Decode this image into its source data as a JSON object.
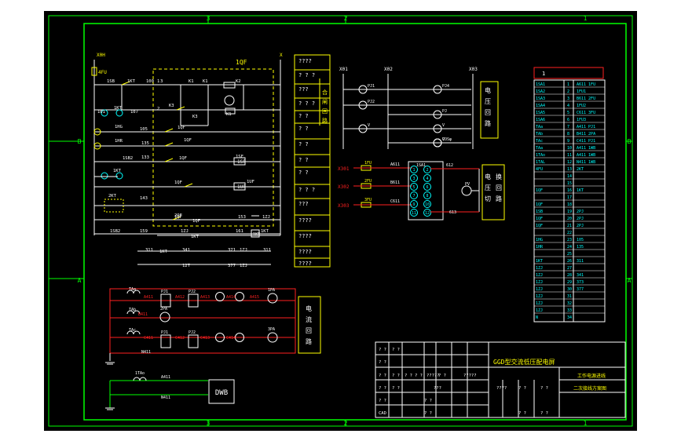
{
  "colors": {
    "background": "#000000",
    "frame": "#00ff00",
    "wire": "#ffffff",
    "accent": "#ffff00",
    "red": "#ff2020",
    "cyan": "#00ffff",
    "magenta": "#ff00ff",
    "blue": "#4080ff"
  },
  "grid_marks": {
    "top": [
      "3",
      "2",
      "1"
    ],
    "bottom": [
      "3",
      "2",
      "1"
    ],
    "left": [
      "B",
      "A"
    ],
    "right": [
      "B",
      "A"
    ]
  },
  "control": {
    "title": "1QF",
    "top_left": "X0H",
    "top_right": "X",
    "fuse": "4FU",
    "labels": [
      "1SB",
      "1KT",
      "100",
      "1",
      "3",
      "K1",
      "K1",
      "K2",
      "K3",
      "K3",
      "K1",
      "2",
      "101",
      "107",
      "1KT",
      "1HG",
      "1HR",
      "1SB2",
      "1KT",
      "105",
      "135",
      "133",
      "1QF",
      "1QF",
      "1QF",
      "1QF",
      "1QF",
      "1SF",
      "1UF",
      "2KT",
      "143",
      "2QF",
      "1QF",
      "153",
      "1ZJ",
      "1KT",
      "159",
      "1ZJ",
      "1KT",
      "1SB2",
      "161",
      "311",
      "1KT",
      "341",
      "371",
      "1ZJ",
      "311",
      "12T",
      "377",
      "1ZJ"
    ],
    "coil_labels": [
      "1SF",
      "1UF",
      "1KT"
    ]
  },
  "legend": {
    "rows": [
      "????",
      "? ?  ?",
      "???",
      "? ?  ?",
      "? ?",
      "?  ?",
      "? ?",
      "?  ?",
      "? ?",
      "? ?  ?",
      "???",
      "????",
      "????",
      "????",
      "????"
    ],
    "side": [
      "合",
      "闸",
      "回",
      "路"
    ]
  },
  "voltage": {
    "buses": [
      "X01",
      "X02",
      "X03"
    ],
    "meters": [
      "PJ1",
      "PJ2",
      "PJ4",
      "PJ",
      "V",
      "V",
      "V",
      "COSφ"
    ],
    "label_box": [
      "电",
      "压",
      "回",
      "路"
    ]
  },
  "switch": {
    "inputs": [
      "X301",
      "X302",
      "X303"
    ],
    "fuses": [
      "1FU",
      "2FU",
      "3FU"
    ],
    "wires": [
      "A611",
      "B611",
      "C611"
    ],
    "top": [
      "1SA1",
      "612"
    ],
    "bottom": "613",
    "meter": "PV",
    "contacts": [
      "1",
      "2",
      "3",
      "4",
      "5",
      "6",
      "7",
      "8",
      "9",
      "10",
      "11",
      "12"
    ],
    "label_box": [
      "电",
      "压",
      "切",
      "换",
      "回",
      "路"
    ]
  },
  "current": {
    "ta": [
      "TAa",
      "TAb",
      "TAc"
    ],
    "meters": [
      "PJ1",
      "PJ2",
      "PJ1",
      "PJ2"
    ],
    "ammeters": [
      "1PA",
      "2PA",
      "3PA"
    ],
    "wires": [
      "A411",
      "A412",
      "A413",
      "A414",
      "A415",
      "B411",
      "C411",
      "C412",
      "C413",
      "C414",
      "N411"
    ],
    "label_box": [
      "电",
      "流",
      "回",
      "路"
    ],
    "dwb_ta": "1TAo",
    "dwb_wires": [
      "A411",
      "N411"
    ],
    "dwb": "DWB"
  },
  "terminal": {
    "header": "1",
    "rows": [
      [
        "1SA1",
        "A611",
        "1FU"
      ],
      [
        "1SA2",
        "",
        "1FU1"
      ],
      [
        "1SA3",
        "B611",
        "2FU"
      ],
      [
        "1SA4",
        "",
        "1FU2"
      ],
      [
        "1SA5",
        "C611",
        "3FU"
      ],
      [
        "1SA6",
        "",
        "1FU3"
      ],
      [
        "TAa",
        "A411",
        "PJ1"
      ],
      [
        "TAb",
        "B411",
        "2PA"
      ],
      [
        "TAc",
        "C411",
        "PJ1"
      ],
      [
        "TAa",
        "A411",
        "1WB"
      ],
      [
        "1TAo",
        "A411",
        "1WB"
      ],
      [
        "1TAL",
        "N411",
        "1WB"
      ],
      [
        "4FU",
        "",
        "2KT"
      ],
      [
        "",
        "",
        ""
      ],
      [
        "",
        "",
        ""
      ],
      [
        "1QF",
        "",
        "1KT"
      ],
      [
        "",
        "",
        ""
      ],
      [
        "1QF",
        "",
        ""
      ],
      [
        "1SB",
        "",
        "2PJ"
      ],
      [
        "1QF",
        "",
        "2PJ"
      ],
      [
        "1QF",
        "",
        "2PJ"
      ],
      [
        "",
        "",
        ""
      ],
      [
        "1HG",
        "",
        "105"
      ],
      [
        "1HR",
        "",
        "135"
      ],
      [
        "",
        "",
        ""
      ],
      [
        "1KT",
        "",
        "311"
      ],
      [
        "1ZJ",
        "",
        ""
      ],
      [
        "1ZJ",
        "",
        "341"
      ],
      [
        "1ZJ",
        "",
        "373"
      ],
      [
        "1ZJ",
        "",
        "377"
      ],
      [
        "1ZJ",
        "",
        ""
      ],
      [
        "1ZJ",
        "",
        ""
      ],
      [
        "1ZJ",
        "",
        ""
      ],
      [
        "N",
        "",
        ""
      ]
    ]
  },
  "title_block": {
    "title": "GGD型交流低压配电屏",
    "line1": "工作电源进线",
    "line2": "二次接线方案图",
    "cells": [
      "? ?",
      "? ?",
      "? ?",
      "? ?",
      "? ?",
      "? ?",
      "? ?",
      "?????",
      "? ?",
      "?????",
      "? ?",
      "? ?",
      "???",
      "????",
      "? ?",
      "? ?",
      "? ?",
      "CAD",
      "? ?",
      "? ?",
      "? ?",
      "? ?"
    ]
  }
}
